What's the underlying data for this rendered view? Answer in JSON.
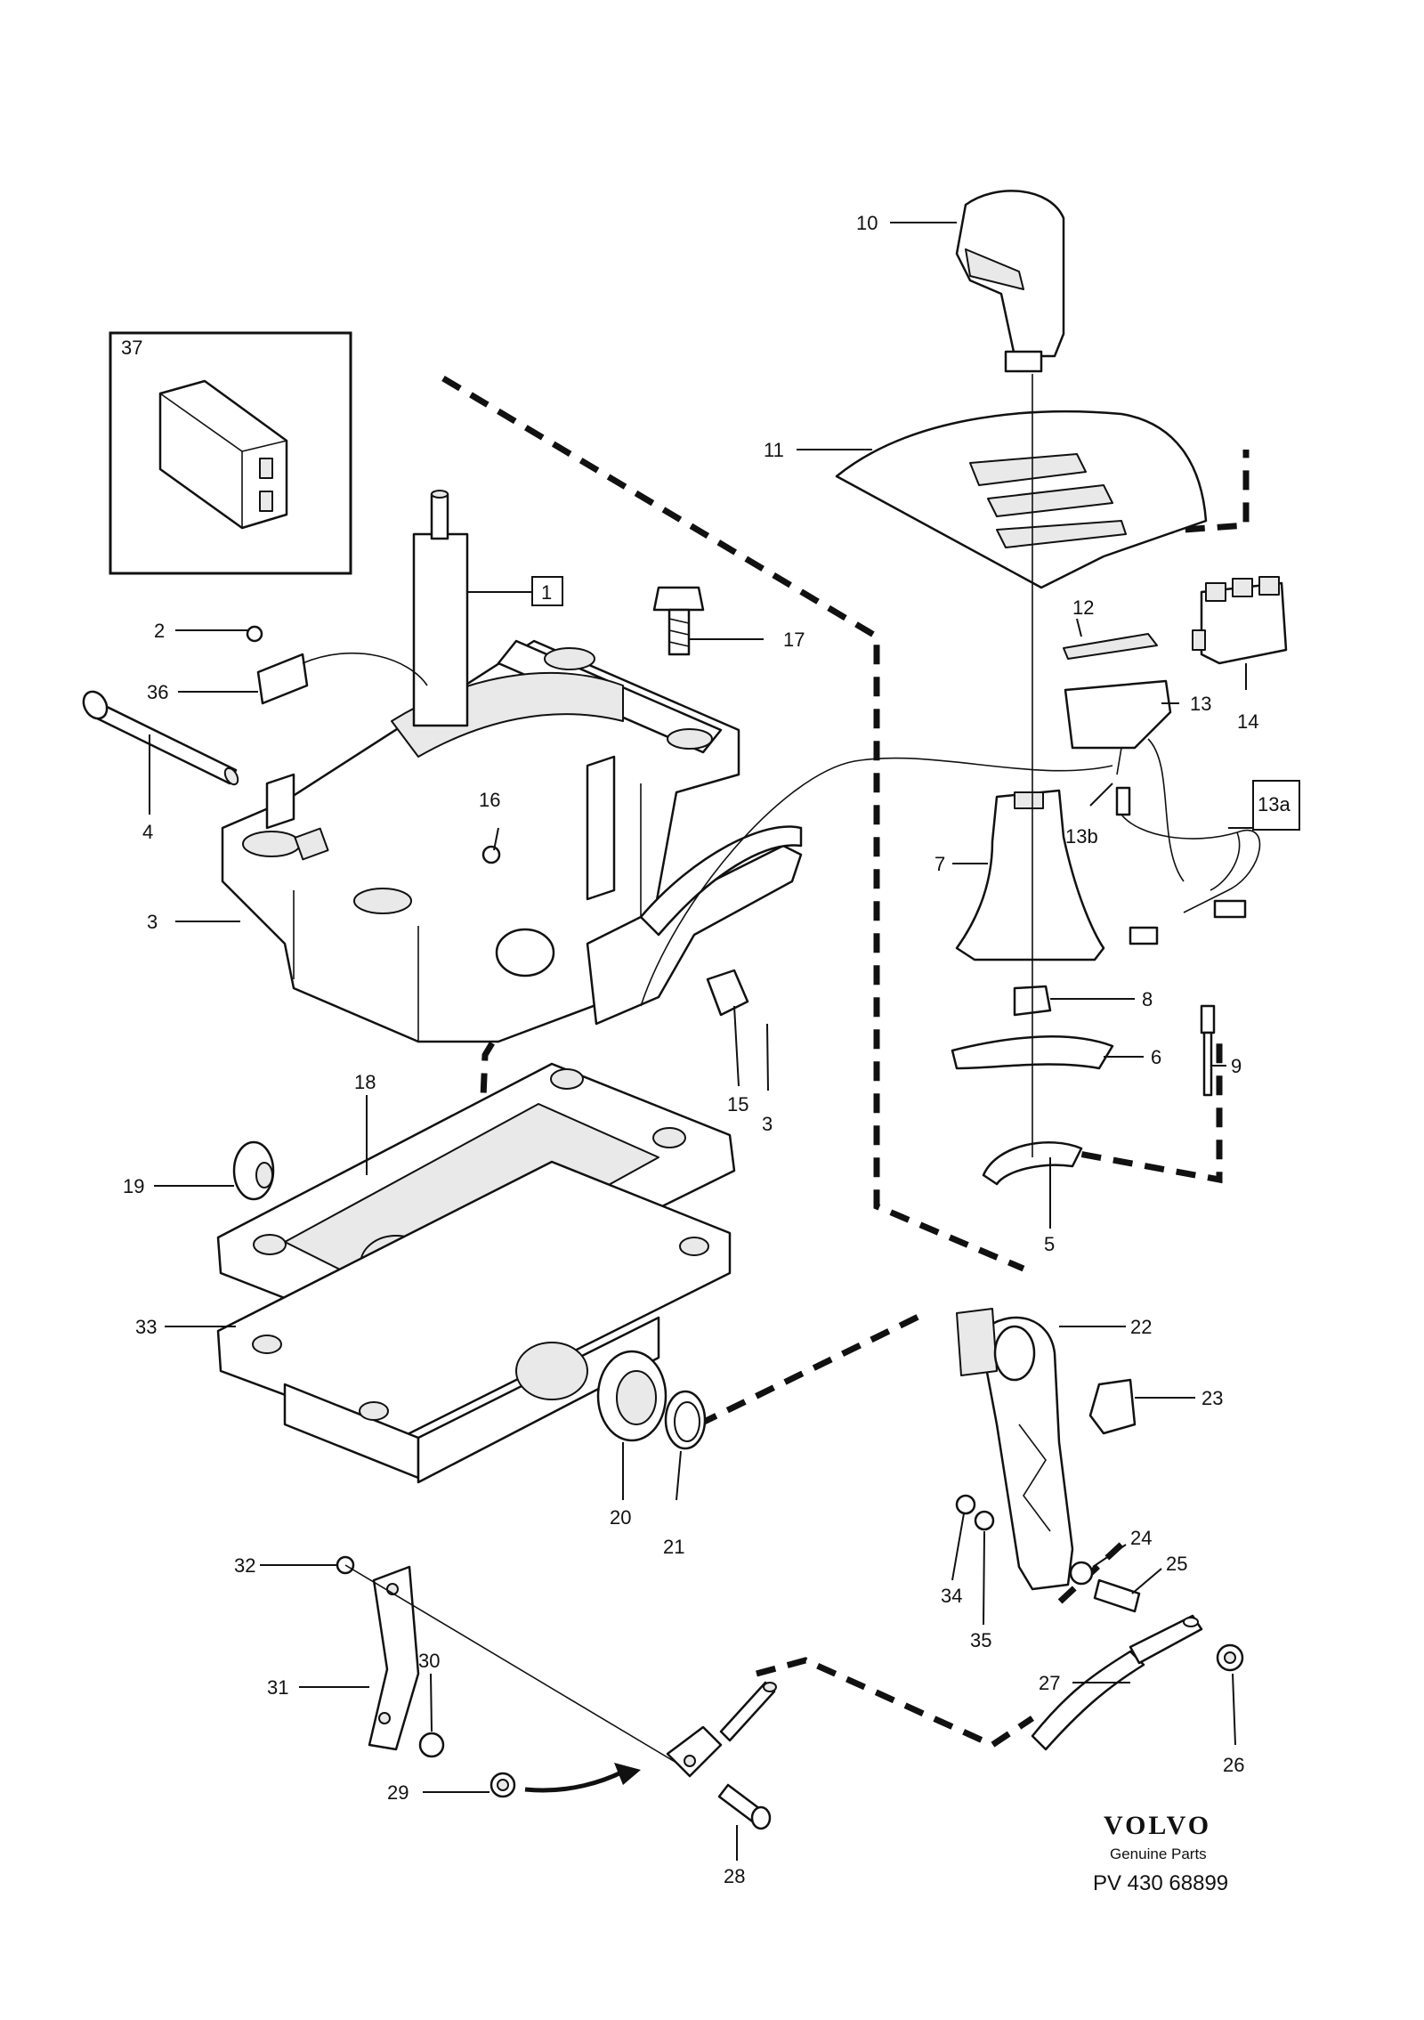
{
  "diagram": {
    "labels": {
      "l1": "1",
      "l2": "2",
      "l3a": "3",
      "l3b": "3",
      "l4": "4",
      "l5": "5",
      "l6": "6",
      "l7": "7",
      "l8": "8",
      "l9": "9",
      "l10": "10",
      "l11": "11",
      "l12": "12",
      "l13": "13",
      "l13a": "13a",
      "l13b": "13b",
      "l14": "14",
      "l15": "15",
      "l16": "16",
      "l17": "17",
      "l18": "18",
      "l19": "19",
      "l20": "20",
      "l21": "21",
      "l22": "22",
      "l23": "23",
      "l24": "24",
      "l25": "25",
      "l26": "26",
      "l27": "27",
      "l28": "28",
      "l29": "29",
      "l30": "30",
      "l31": "31",
      "l32": "32",
      "l33": "33",
      "l34": "34",
      "l35": "35",
      "l36": "36",
      "l37": "37"
    },
    "brand": {
      "logo": "VOLVO",
      "tagline": "Genuine Parts",
      "reference": "PV 430 68899"
    },
    "colors": {
      "ink": "#111111",
      "paper": "#ffffff"
    }
  }
}
